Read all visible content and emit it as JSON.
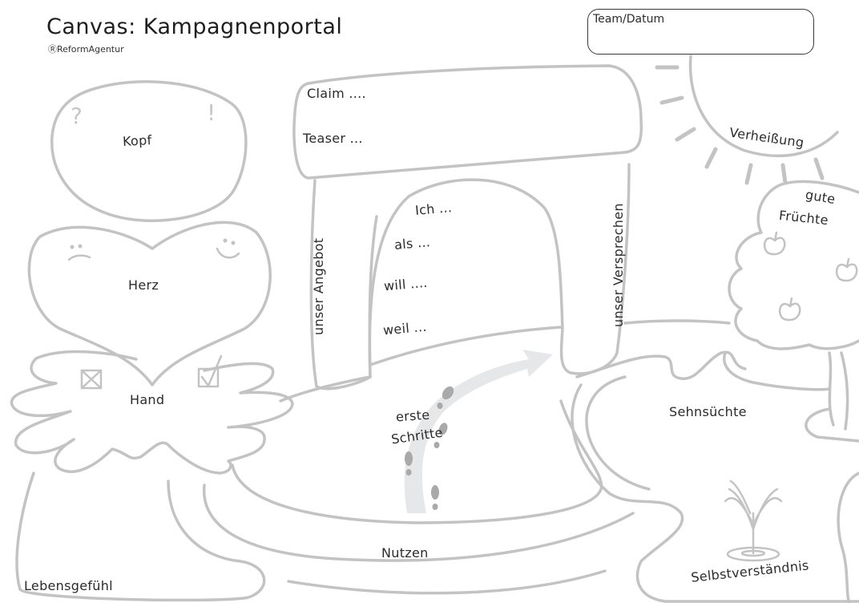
{
  "header": {
    "title": "Canvas: Kampagnenportal",
    "brand": "ⓇReformAgentur"
  },
  "team_box": {
    "label": "Team/Datum",
    "value": ""
  },
  "areas": {
    "kopf": "Kopf",
    "herz": "Herz",
    "hand": "Hand",
    "lebensgefuehl": "Lebensgefühl",
    "claim": "Claim ....",
    "teaser": "Teaser ...",
    "unser_angebot": "unser Angebot",
    "unser_versprechen": "unser Versprechen",
    "ich": "Ich ...",
    "als": "als ...",
    "will": "will ....",
    "weil": "weil ...",
    "verheissung": "Verheißung",
    "gute": "gute",
    "fruechte": "Früchte",
    "erste": "erste",
    "schritte": "Schritte",
    "nutzen": "Nutzen",
    "sehnsuechte": "Sehnsüchte",
    "selbstverstaendnis": "Selbstverständnis"
  },
  "decorations": {
    "question_mark": "?",
    "exclamation_mark": "!"
  },
  "colors": {
    "outline": "#c3c3c3",
    "text": "#2b2b2b",
    "arrow": "#e6e7e8",
    "footprint": "#a9a9a9"
  }
}
